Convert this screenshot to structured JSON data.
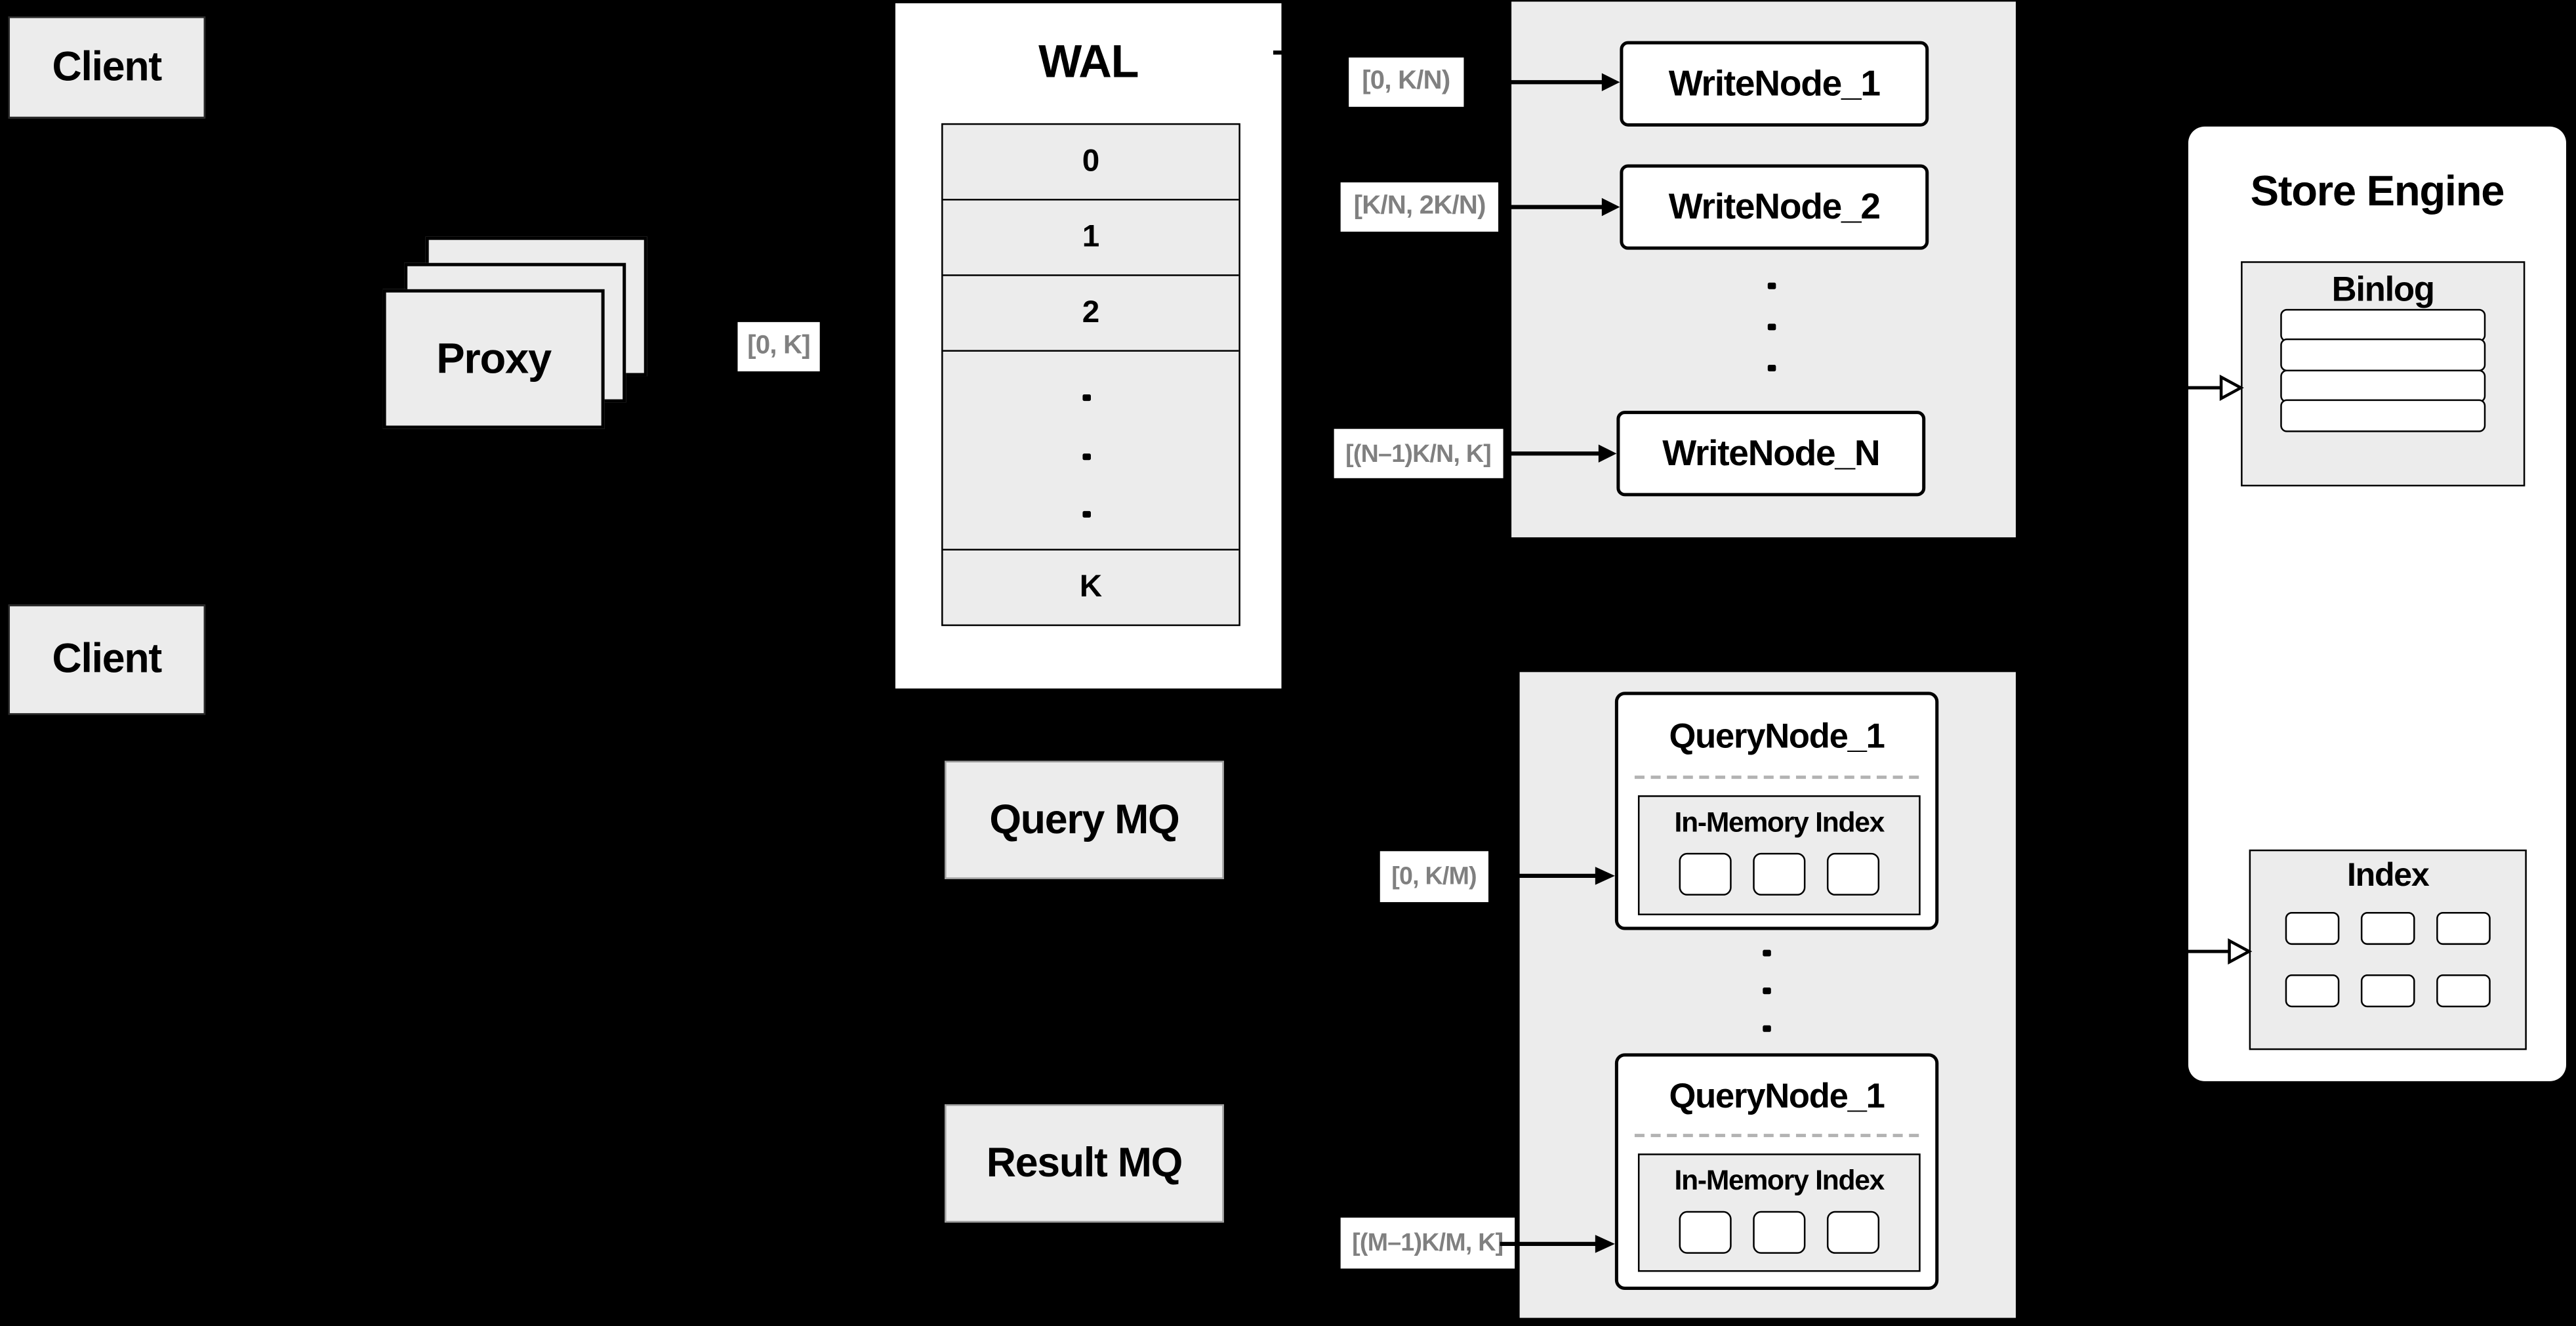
{
  "colors": {
    "background": "#000000",
    "panel_gray": "#ececec",
    "box_white": "#ffffff",
    "line_black": "#000000",
    "range_label_text": "#808080"
  },
  "clients": {
    "top": {
      "label": "Client"
    },
    "bottom": {
      "label": "Client"
    }
  },
  "proxy": {
    "label": "Proxy"
  },
  "range_labels": {
    "proxy_to_wal": "[0, K]",
    "write": [
      "[0,  K/N)",
      "[K/N, 2K/N)",
      "[(N–1)K/N,  K]"
    ],
    "query": [
      "[0, K/M)",
      "[(M–1)K/M, K]"
    ]
  },
  "wal": {
    "title": "WAL",
    "rows": [
      "0",
      "1",
      "2"
    ],
    "last_row": "K"
  },
  "write_nodes": {
    "items": [
      "WriteNode_1",
      "WriteNode_2",
      "WriteNode_N"
    ]
  },
  "mq": {
    "query": "Query MQ",
    "result": "Result MQ"
  },
  "query_nodes": {
    "items": [
      {
        "title": "QueryNode_1",
        "inner_title": "In-Memory Index"
      },
      {
        "title": "QueryNode_1",
        "inner_title": "In-Memory Index"
      }
    ]
  },
  "store_engine": {
    "title": "Store Engine",
    "binlog_title": "Binlog",
    "index_title": "Index"
  }
}
